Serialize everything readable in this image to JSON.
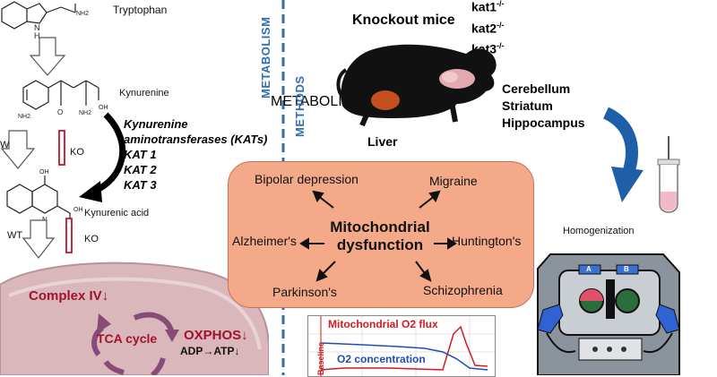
{
  "pathway": {
    "tryptophan": "Tryptophan",
    "kynurenine": "Kynurenine",
    "enzymes": {
      "title_line1": "Kynurenine",
      "title_line2": "aminotransferases (KATs)",
      "kat1": "KAT 1",
      "kat2": "KAT 2",
      "kat3": "KAT 3"
    },
    "wt_label": "WT",
    "ko_label": "KO",
    "kynurenic_acid": "Kynurenic acid",
    "nh2": "NH2",
    "n_label": "N",
    "h_label": "H",
    "oh_label": "OH",
    "o_label": "O"
  },
  "mitochondrion": {
    "complex": "Complex IV↓",
    "tca": "TCA cycle",
    "oxphos": "OXPHOS↓",
    "adp_atp": "ADP→ATP↓"
  },
  "divider": {
    "metabolism": "METABOLISM",
    "methods": "METHODS"
  },
  "mice": {
    "title": "Knockout mice",
    "genotypes": [
      "kat1",
      "kat2",
      "kat3"
    ],
    "superscript": "-/-",
    "liver": "Liver",
    "brain_regions": [
      "Cerebellum",
      "Striatum",
      "Hippocampus"
    ]
  },
  "disease_box": {
    "center_line1": "Mitochondrial",
    "center_line2": "dysfunction",
    "diseases": [
      "Bipolar depression",
      "Migraine",
      "Alzheimer's",
      "Huntington's",
      "Parkinson's",
      "Schizophrenia"
    ]
  },
  "homogenization": "Homogenization",
  "oxygraph": {
    "chamber_a": "A",
    "chamber_b": "B"
  },
  "flux_chart": {
    "flux_label": "Mitochondrial O2 flux",
    "o2_label": "O2 concentration",
    "baseline_label": "Baseline"
  },
  "colors": {
    "disease_box": "#f4a989",
    "disease_border": "#c8705a",
    "mito": "#d9b7bb",
    "mito_text": "#a3122a",
    "tca_arrows": "#874b77",
    "divider": "#2f6fb0",
    "arrow_blue": "#1f5fa8",
    "ko_red": "#c0182b"
  }
}
